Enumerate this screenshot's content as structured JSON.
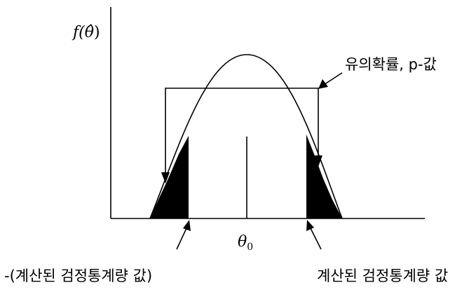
{
  "diagram": {
    "y_axis_label": {
      "main": "f(",
      "theta_hat": "θ̂",
      "close": ")"
    },
    "center_label": {
      "symbol": "θ",
      "subscript": "0"
    },
    "p_value_label": "유의확률, p-값",
    "left_statistic_label": "-(계산된 검정통계량 값)",
    "right_statistic_label": "계산된 검정통계량 값",
    "colors": {
      "line": "#000000",
      "fill": "#000000",
      "background": "#ffffff"
    }
  }
}
